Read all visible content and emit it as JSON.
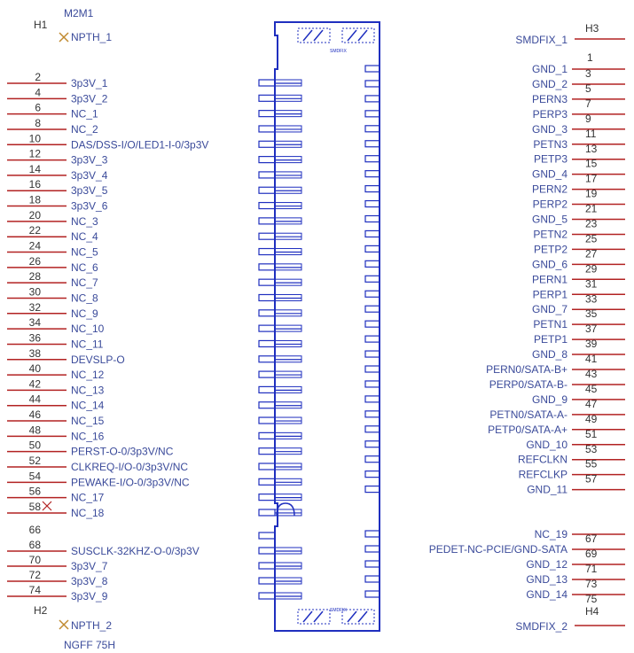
{
  "component": {
    "designator": "M2M1",
    "footprint": "NGFF 75H",
    "connector_tags": [
      "SMDFIX",
      "SMDFIX"
    ]
  },
  "mounting": {
    "h1": {
      "ref": "H1",
      "net": "NPTH_1"
    },
    "h2": {
      "ref": "H2",
      "net": "NPTH_2"
    },
    "h3": {
      "ref": "H3",
      "net": "SMDFIX_1",
      "pin": "1"
    },
    "h4": {
      "ref": "H4",
      "net": "SMDFIX_2"
    }
  },
  "left_pins": [
    {
      "num": "2",
      "label": "3p3V_1"
    },
    {
      "num": "4",
      "label": "3p3V_2"
    },
    {
      "num": "6",
      "label": "NC_1"
    },
    {
      "num": "8",
      "label": "NC_2"
    },
    {
      "num": "10",
      "label": "DAS/DSS-I/O/LED1-I-0/3p3V"
    },
    {
      "num": "12",
      "label": "3p3V_3"
    },
    {
      "num": "14",
      "label": "3p3V_4"
    },
    {
      "num": "16",
      "label": "3p3V_5"
    },
    {
      "num": "18",
      "label": "3p3V_6"
    },
    {
      "num": "20",
      "label": "NC_3"
    },
    {
      "num": "22",
      "label": "NC_4"
    },
    {
      "num": "24",
      "label": "NC_5"
    },
    {
      "num": "26",
      "label": "NC_6"
    },
    {
      "num": "28",
      "label": "NC_7"
    },
    {
      "num": "30",
      "label": "NC_8"
    },
    {
      "num": "32",
      "label": "NC_9"
    },
    {
      "num": "34",
      "label": "NC_10"
    },
    {
      "num": "36",
      "label": "NC_11"
    },
    {
      "num": "38",
      "label": "DEVSLP-O"
    },
    {
      "num": "40",
      "label": "NC_12"
    },
    {
      "num": "42",
      "label": "NC_13"
    },
    {
      "num": "44",
      "label": "NC_14"
    },
    {
      "num": "46",
      "label": "NC_15"
    },
    {
      "num": "48",
      "label": "NC_16"
    },
    {
      "num": "50",
      "label": "PERST-O-0/3p3V/NC"
    },
    {
      "num": "52",
      "label": "CLKREQ-I/O-0/3p3V/NC"
    },
    {
      "num": "54",
      "label": "PEWAKE-I/O-0/3p3V/NC"
    },
    {
      "num": "56",
      "label": "NC_17"
    },
    {
      "num": "58",
      "label": "NC_18"
    },
    {
      "num": "66",
      "label": ""
    },
    {
      "num": "68",
      "label": "SUSCLK-32KHZ-O-0/3p3V"
    },
    {
      "num": "70",
      "label": "3p3V_7"
    },
    {
      "num": "72",
      "label": "3p3V_8"
    },
    {
      "num": "74",
      "label": "3p3V_9"
    }
  ],
  "right_pins": [
    {
      "num": "3",
      "label": "GND_1"
    },
    {
      "num": "5",
      "label": "GND_2"
    },
    {
      "num": "7",
      "label": "PERN3"
    },
    {
      "num": "9",
      "label": "PERP3"
    },
    {
      "num": "11",
      "label": "GND_3"
    },
    {
      "num": "13",
      "label": "PETN3"
    },
    {
      "num": "15",
      "label": "PETP3"
    },
    {
      "num": "17",
      "label": "GND_4"
    },
    {
      "num": "19",
      "label": "PERN2"
    },
    {
      "num": "21",
      "label": "PERP2"
    },
    {
      "num": "23",
      "label": "GND_5"
    },
    {
      "num": "25",
      "label": "PETN2"
    },
    {
      "num": "27",
      "label": "PETP2"
    },
    {
      "num": "29",
      "label": "GND_6"
    },
    {
      "num": "31",
      "label": "PERN1"
    },
    {
      "num": "33",
      "label": "PERP1"
    },
    {
      "num": "35",
      "label": "GND_7"
    },
    {
      "num": "37",
      "label": "PETN1"
    },
    {
      "num": "39",
      "label": "PETP1"
    },
    {
      "num": "41",
      "label": "GND_8"
    },
    {
      "num": "43",
      "label": "PERN0/SATA-B+"
    },
    {
      "num": "45",
      "label": "PERP0/SATA-B-"
    },
    {
      "num": "47",
      "label": "GND_9"
    },
    {
      "num": "49",
      "label": "PETN0/SATA-A-"
    },
    {
      "num": "51",
      "label": "PETP0/SATA-A+"
    },
    {
      "num": "53",
      "label": "GND_10"
    },
    {
      "num": "55",
      "label": "REFCLKN"
    },
    {
      "num": "57",
      "label": "REFCLKP"
    },
    {
      "num": "",
      "label": "GND_11"
    },
    {
      "num": "67",
      "label": "NC_19"
    },
    {
      "num": "69",
      "label": "PEDET-NC-PCIE/GND-SATA"
    },
    {
      "num": "71",
      "label": "GND_12"
    },
    {
      "num": "73",
      "label": "GND_13"
    },
    {
      "num": "75",
      "label": "GND_14"
    }
  ],
  "colors": {
    "body_outline": "#1f2fbf",
    "pin_line": "#b22222",
    "label_text": "#3a4a9a",
    "number_text": "#333333"
  }
}
